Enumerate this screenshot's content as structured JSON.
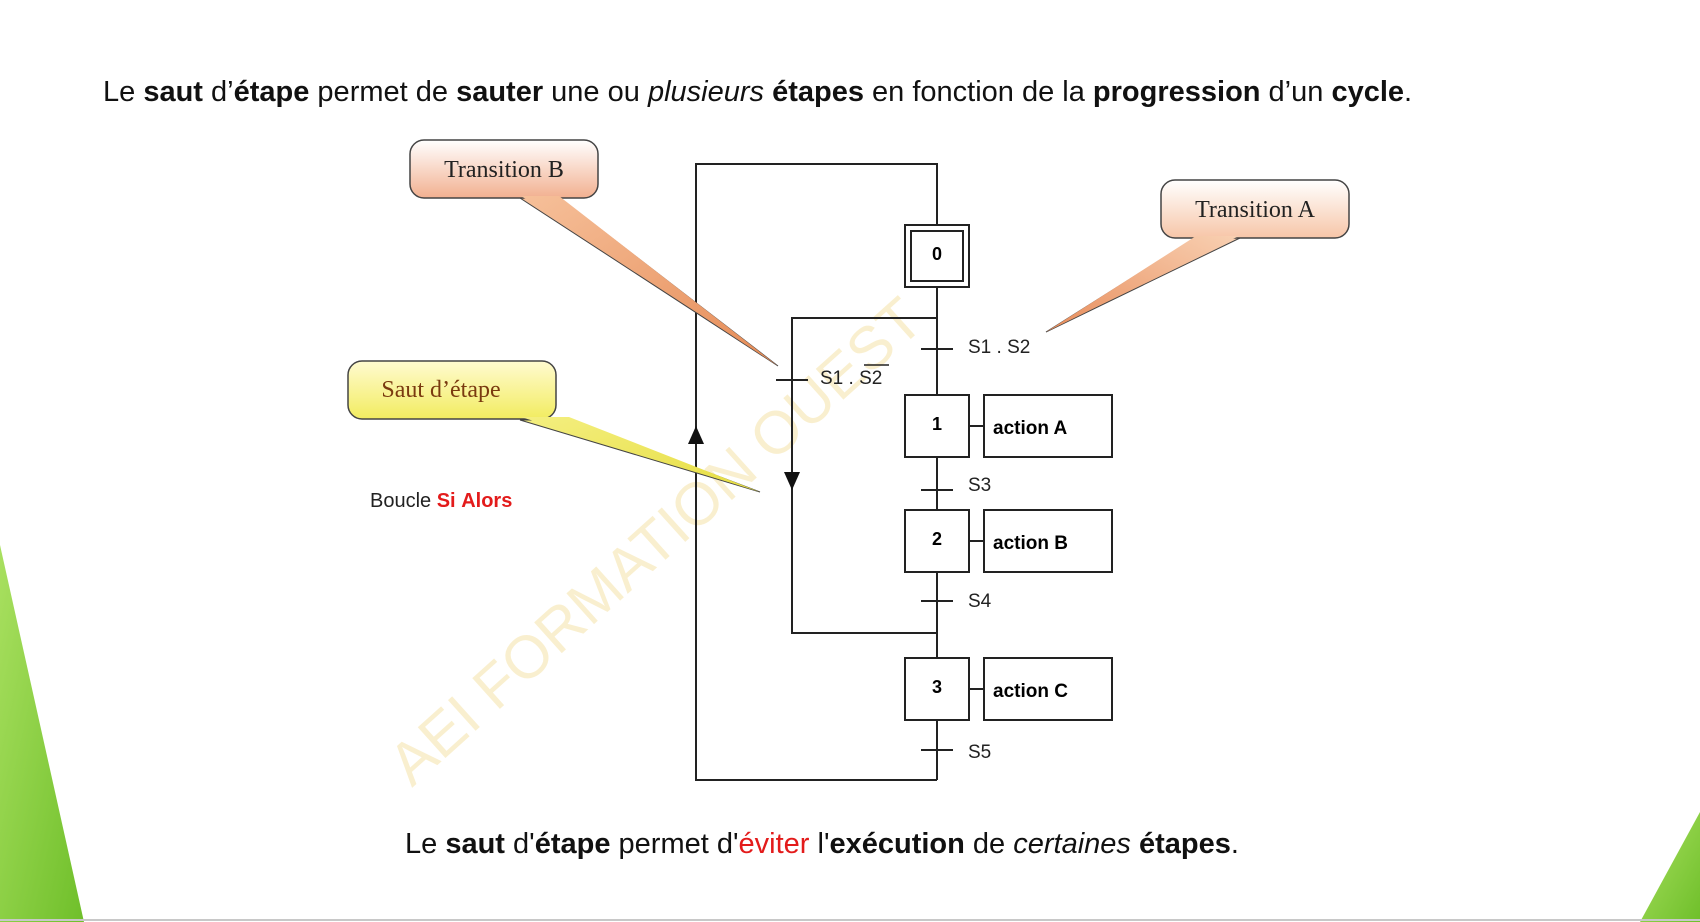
{
  "intro": {
    "t1": "Le ",
    "t2": "saut",
    "t3": " d’",
    "t4": "étape",
    "t5": " permet de ",
    "t6": "sauter",
    "t7": " une ou ",
    "t8": "plusieurs",
    "t9": " ",
    "t10": "étapes",
    "t11": " en fonction de la ",
    "t12": "progression",
    "t13": " d’un ",
    "t14": "cycle",
    "t15": "."
  },
  "outro": {
    "t1": "Le ",
    "t2": "saut",
    "t3": " d'",
    "t4": "étape",
    "t5": " permet d'",
    "t6": "éviter",
    "t7": " l'",
    "t8": "exécution",
    "t9": " de ",
    "t10": "certaines",
    "t11": " ",
    "t12": "étapes",
    "t13": "."
  },
  "boucle": {
    "prefix": "Boucle ",
    "si": "Si",
    "alors": "Alors"
  },
  "callouts": {
    "transition_b": "Transition B",
    "transition_a": "Transition A",
    "saut": "Saut d’étape"
  },
  "steps": {
    "s0": "0",
    "s1": "1",
    "s2": "2",
    "s3": "3"
  },
  "actions": {
    "a": "action A",
    "b": "action B",
    "c": "action C"
  },
  "transitions": {
    "t1_left": "S1 . ",
    "t1_right": "S2",
    "t1b_left": "S1 . ",
    "t1b_right": "S2",
    "t3": "S3",
    "t4": "S4",
    "t5": "S5"
  },
  "watermark": "AEI    FORMATION  OUEST",
  "colors": {
    "accent_green": "#8cd23c",
    "red": "#e31b1b",
    "callout_b_fill": "#f6b48a",
    "callout_saut_fill": "#f4f06a"
  }
}
